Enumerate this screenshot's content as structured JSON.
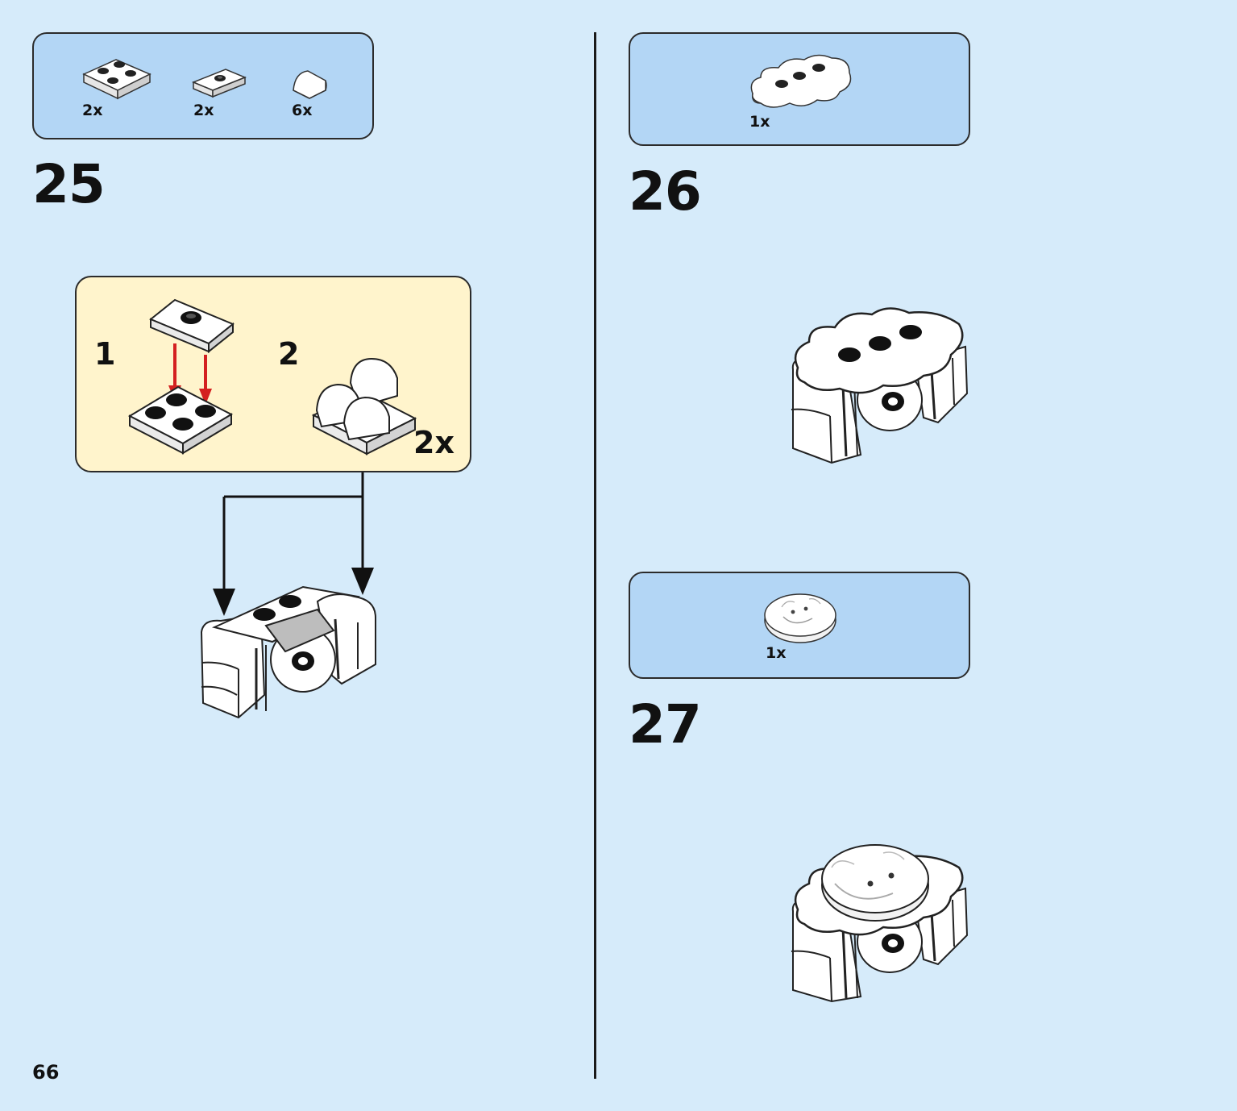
{
  "page": {
    "number": "66"
  },
  "steps": [
    {
      "number": "25",
      "parts": [
        {
          "icon": "plate-2x2-icon",
          "qty": "2x"
        },
        {
          "icon": "plate-1x2-jumper-icon",
          "qty": "2x"
        },
        {
          "icon": "slope-curved-1x1-icon",
          "qty": "6x"
        }
      ],
      "subassembly": {
        "sub_steps": [
          "1",
          "2"
        ],
        "multiplier": "2x"
      }
    },
    {
      "number": "26",
      "parts": [
        {
          "icon": "cloud-plate-icon",
          "qty": "1x"
        }
      ]
    },
    {
      "number": "27",
      "parts": [
        {
          "icon": "round-tile-printed-face-icon",
          "qty": "1x"
        }
      ]
    }
  ],
  "colors": {
    "background": "#d6ebfa",
    "parts_box": "#b3d6f5",
    "subassembly_box": "#fff4cc",
    "arrow_red": "#d42020"
  }
}
